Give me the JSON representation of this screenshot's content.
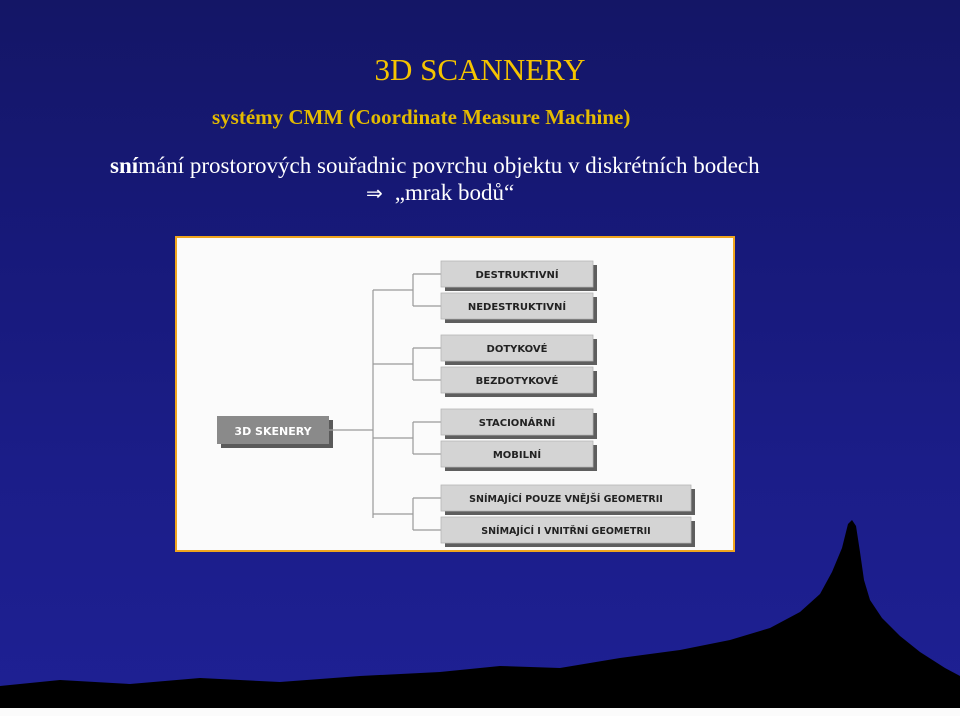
{
  "slide": {
    "title": "3D SCANNERY",
    "subtitle": "systémy CMM (Coordinate Measure Machine)",
    "line1_bold": "sní",
    "line1_rest": "mání prostorových souřadnic povrchu objektu v diskrétních bodech",
    "line2": "„mrak bodů“"
  },
  "diagram": {
    "root": "3D SKENERY",
    "groups": [
      [
        "DESTRUKTIVNÍ",
        "NEDESTRUKTIVNÍ"
      ],
      [
        "DOTYKOVÉ",
        "BEZDOTYKOVÉ"
      ],
      [
        "STACIONÁRNÍ",
        "MOBILNÍ"
      ],
      [
        "SNÍMAJÍCÍ POUZE VNĚJŠÍ GEOMETRII",
        "SNÍMAJÍCÍ I VNITŘNÍ GEOMETRII"
      ]
    ]
  },
  "colors": {
    "title": "#f5c400",
    "subtitle": "#e4bb00",
    "text": "#ffffff",
    "frame": "#f0a51e",
    "box_root": "#8a8a8a",
    "box_child": "#d4d4d4"
  }
}
